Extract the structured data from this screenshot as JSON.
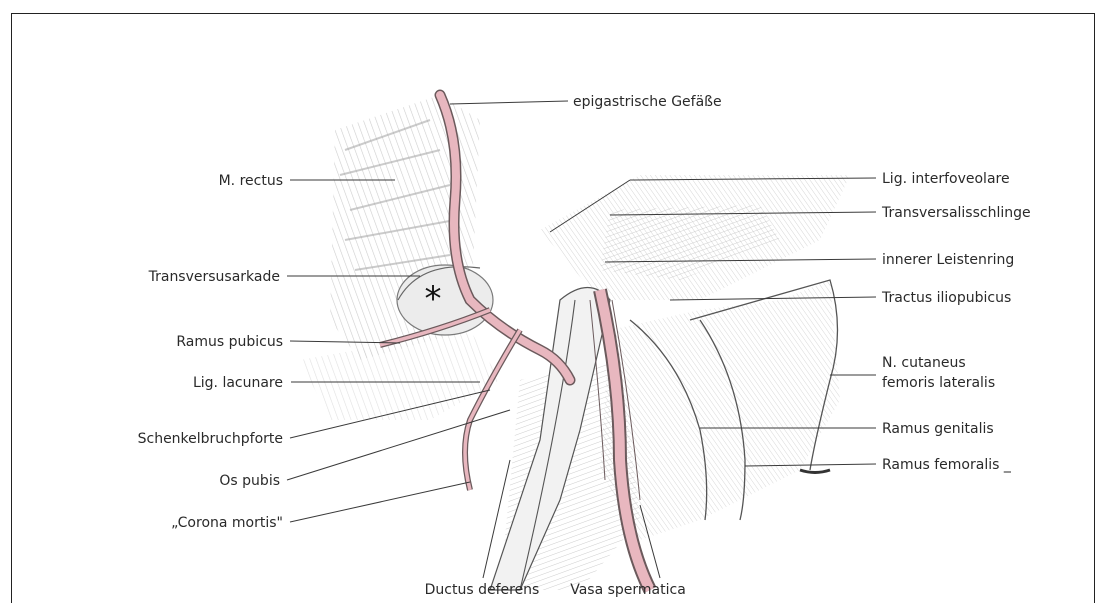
{
  "diagram": {
    "labels": {
      "epigastrische": "epigastrische Gefäße",
      "m_rectus": "M. rectus",
      "lig_interfoveolare": "Lig. interfoveolare",
      "transversalisschlinge": "Transversalisschlinge",
      "transversusarkade": "Transversusarkade",
      "innerer_leistenring": "innerer Leistenring",
      "tractus_iliopubicus": "Tractus iliopubicus",
      "ramus_pubicus": "Ramus pubicus",
      "n_cutaneus_1": "N. cutaneus",
      "n_cutaneus_2": "femoris lateralis",
      "lig_lacunare": "Lig. lacunare",
      "schenkelbruchpforte": "Schenkelbruchpforte",
      "ramus_genitalis": "Ramus genitalis",
      "os_pubis": "Os pubis",
      "ramus_femoralis": "Ramus femoralis _",
      "corona_mortis": "„Corona mortis\"",
      "ductus_deferens": "Ductus deferens",
      "vasa_spermatica": "Vasa spermatica",
      "asterisk": "*"
    },
    "colors": {
      "vessel": "#e8b7bf",
      "vessel_outline": "#6b5a5c",
      "shading": "#b9b9b9",
      "line": "#3a3a3a"
    }
  }
}
